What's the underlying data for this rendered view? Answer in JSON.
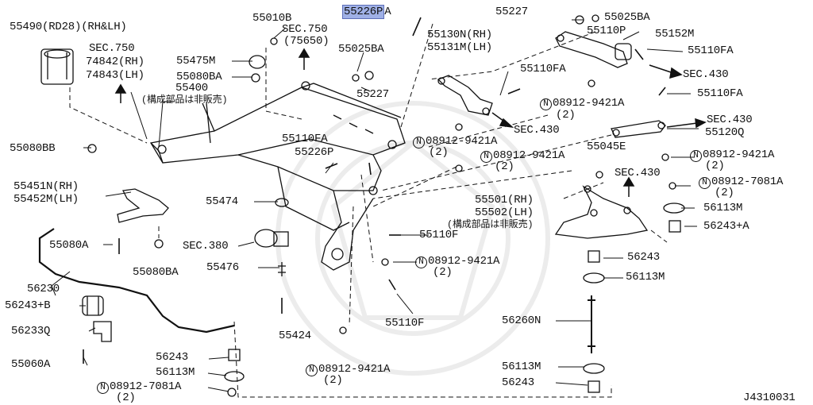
{
  "highlight_color": "#9fb0e6",
  "diagram_id": "J4310031",
  "labels": {
    "p55490": "55490(RD28)(RH&LH)",
    "sec750a": "SEC.750",
    "p74842": "74842(RH)",
    "p74843": "74843(LH)",
    "p55010b": "55010B",
    "sec750b": "SEC.750",
    "p75650": "(75650)",
    "p55226pa_hl": "55226P",
    "p55226pa_suffix": "A",
    "p55227a": "55227",
    "p55025ba_a": "55025BA",
    "p55110p": "55110P",
    "p55152m": "55152M",
    "p55110fa_a": "55110FA",
    "sec430a": "SEC.430",
    "p55130n": "55130N(RH)",
    "p55131m": "55131M(LH)",
    "p55025ba_b": "55025BA",
    "p55475m": "55475M",
    "p55080ba_a": "55080BA",
    "p55400": "55400",
    "note_a": "(構成部品は非販売)",
    "p55227b": "55227",
    "p55110fa_b": "55110FA",
    "p55110fa_c": "55110FA",
    "n_circle": "N",
    "p08912_9421a_1": "08912-9421A",
    "qty2_1": "(2)",
    "sec430b": "SEC.430",
    "sec430c": "SEC.430",
    "p55120q": "55120Q",
    "p55080bb": "55080BB",
    "p55110fa_d": "55110FA",
    "p55226p": "55226P",
    "p08912_9421a_2": "08912-9421A",
    "qty2_2": "(2)",
    "p08912_9421a_3": "08912-9421A",
    "qty2_3": "(2)",
    "p08912_9421a_4": "08912-9421A",
    "qty2_4": "(2)",
    "p55045e": "55045E",
    "sec430d": "SEC.430",
    "p08912_7081a_1": "08912-7081A",
    "qty2_5": "(2)",
    "p55451n": "55451N(RH)",
    "p55452m": "55452M(LH)",
    "p55474": "55474",
    "p55501": "55501(RH)",
    "p55502": "55502(LH)",
    "note_b": "(構成部品は非販売)",
    "p56113m_a": "56113M",
    "p56243a_a": "56243+A",
    "p55080a": "55080A",
    "sec380": "SEC.380",
    "p55110f_a": "55110F",
    "p56243_a": "56243",
    "p55080ba_b": "55080BA",
    "p55476": "55476",
    "p08912_9421a_5": "08912-9421A",
    "qty2_6": "(2)",
    "p56113m_b": "56113M",
    "p56230": "56230",
    "p56243b": "56243+B",
    "p56233q": "56233Q",
    "p55424": "55424",
    "p55110f_b": "55110F",
    "p56260n": "56260N",
    "p55060a": "55060A",
    "p56243_b": "56243",
    "p56113m_c": "56113M",
    "p56113m_d": "56113M",
    "p08912_7081a_2": "08912-7081A",
    "qty2_7": "(2)",
    "p08912_9421a_6": "08912-9421A",
    "qty2_8": "(2)",
    "p56243_c": "56243"
  }
}
